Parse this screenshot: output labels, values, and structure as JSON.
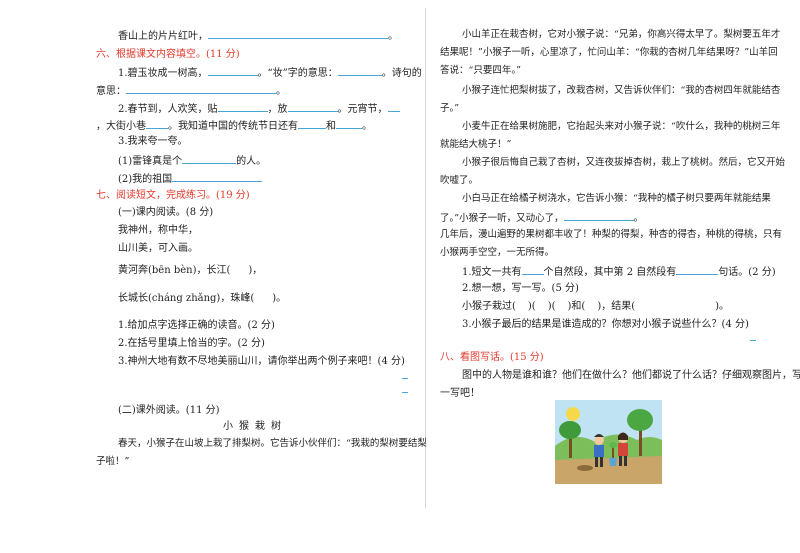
{
  "left": {
    "l1": "香山上的片片红叶，",
    "l1_end": "。",
    "sec6": "六、根据课文内容填空。(11 分)",
    "q1a": "1.碧玉妆成一树高，",
    "q1b": "。“妆”字的意思：",
    "q1c": "。诗句的",
    "q1d": "意思：",
    "q1e": "。",
    "q2a": "2.春节到，人欢笑，贴",
    "q2b": "，放",
    "q2c": "。元宵节，",
    "q2d": "，大街小巷",
    "q2e": "。我知道中国的传统节日还有",
    "q2f": "和",
    "q2g": "。",
    "q3": "3.我来夸一夸。",
    "q3a1": "(1)雷锋真是个",
    "q3a2": "的人。",
    "q3b": "(2)我的祖国",
    "sec7": "七、阅读短文，完成练习。(19 分)",
    "read1": "(一)课内阅读。(8 分)",
    "p1": "我神州，称中华，",
    "p2": "山川美，可入画。",
    "p3a": "黄河奔(bēn bèn)，长江(",
    "p3b": ")，",
    "p4a": "长城长(cháng zhǎng)，珠峰(",
    "p4b": ")。",
    "r1": "1.给加点字选择正确的读音。(2 分)",
    "r2": "2.在括号里填上恰当的字。(2 分)",
    "r3": "3.神州大地有数不尽地美丽山川，请你举出两个例子来吧！(4 分)",
    "read2": "(二)课外阅读。(11 分)",
    "story_title": "小猴栽树",
    "s1": "春天，小猴子在山坡上栽了排梨树。它告诉小伙伴们：“我栽的梨树要结梨",
    "s2": "子啦！”"
  },
  "right": {
    "a1": "小山羊正在栽杏树，它对小猴子说：“兄弟，你高兴得太早了。梨树要五年才",
    "a2": "结果呢！”小猴子一听，心里凉了，忙问山羊：“你栽的杏树几年结果呀？”山羊回",
    "a3": "答说：“只要四年。”",
    "b1": "小猴子连忙把梨树拔了，改栽杏树，又告诉伙伴们：“我的杏树四年就能结杏",
    "b2": "子。”",
    "c1": "小麦牛正在给果树施肥，它抬起头来对小猴子说：“吹什么，我种的桃树三年",
    "c2": "就能结大桃子！”",
    "d1": "小猴子很后悔自己栽了杏树，又连夜拔掉杏树，栽上了桃树。然后，它又开始",
    "d2": "吹嘘了。",
    "e1": "小白马正在给橘子树浇水，它告诉小猴：“我种的橘子树只要两年就能结果",
    "e2a": "了。”小猴子一听，又动心了，",
    "e2b": "。",
    "f1": "几年后，漫山遍野的果树都丰收了！种梨的得梨，种杏的得杏，种桃的得桃，只有",
    "f2": "小猴两手空空，一无所得。",
    "q1a": "1.短文一共有",
    "q1b": "个自然段，其中第 2 自然段有",
    "q1c": "句话。(2 分)",
    "q2": "2.想一想，写一写。(5 分)",
    "q2b_a": "小猴子栽过(",
    "q2b_b": ")(",
    "q2b_c": ")(",
    "q2b_d": ")和(",
    "q2b_e": ")，结果(",
    "q2b_f": ")。",
    "q3": "3.小猴子最后的结果是谁造成的？你想对小猴子说些什么？(4 分)",
    "sec8": "八、看图写话。(15 分)",
    "w1": "图中的人物是谁和谁？他们在做什么？他们都说了什么话？仔细观察图片，写",
    "w2": "一写吧！"
  },
  "colors": {
    "section": "#e0392b",
    "blank_line": "#4aa6d6"
  }
}
